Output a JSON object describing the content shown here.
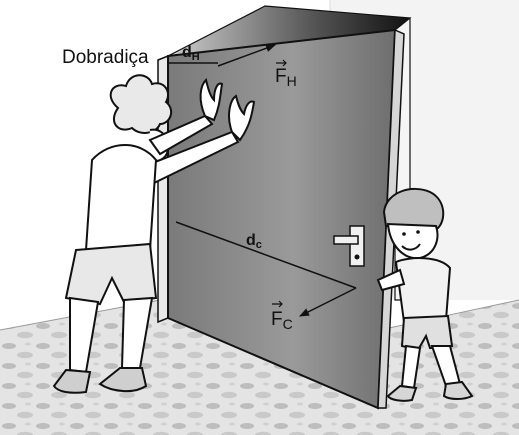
{
  "labels": {
    "hinge": "Dobradiça",
    "distance_man_main": "d",
    "distance_man_sub": "H",
    "force_man_main": "F",
    "force_man_sub": "H",
    "distance_child_main": "d",
    "distance_child_sub": "c",
    "force_child_main": "F",
    "force_child_sub": "C"
  },
  "colors": {
    "ink": "#111111",
    "door": "#8a8a8a",
    "door_dark": "#2b2b2b",
    "floor": "#d9d9d9",
    "wall": "#f2f2f2"
  }
}
